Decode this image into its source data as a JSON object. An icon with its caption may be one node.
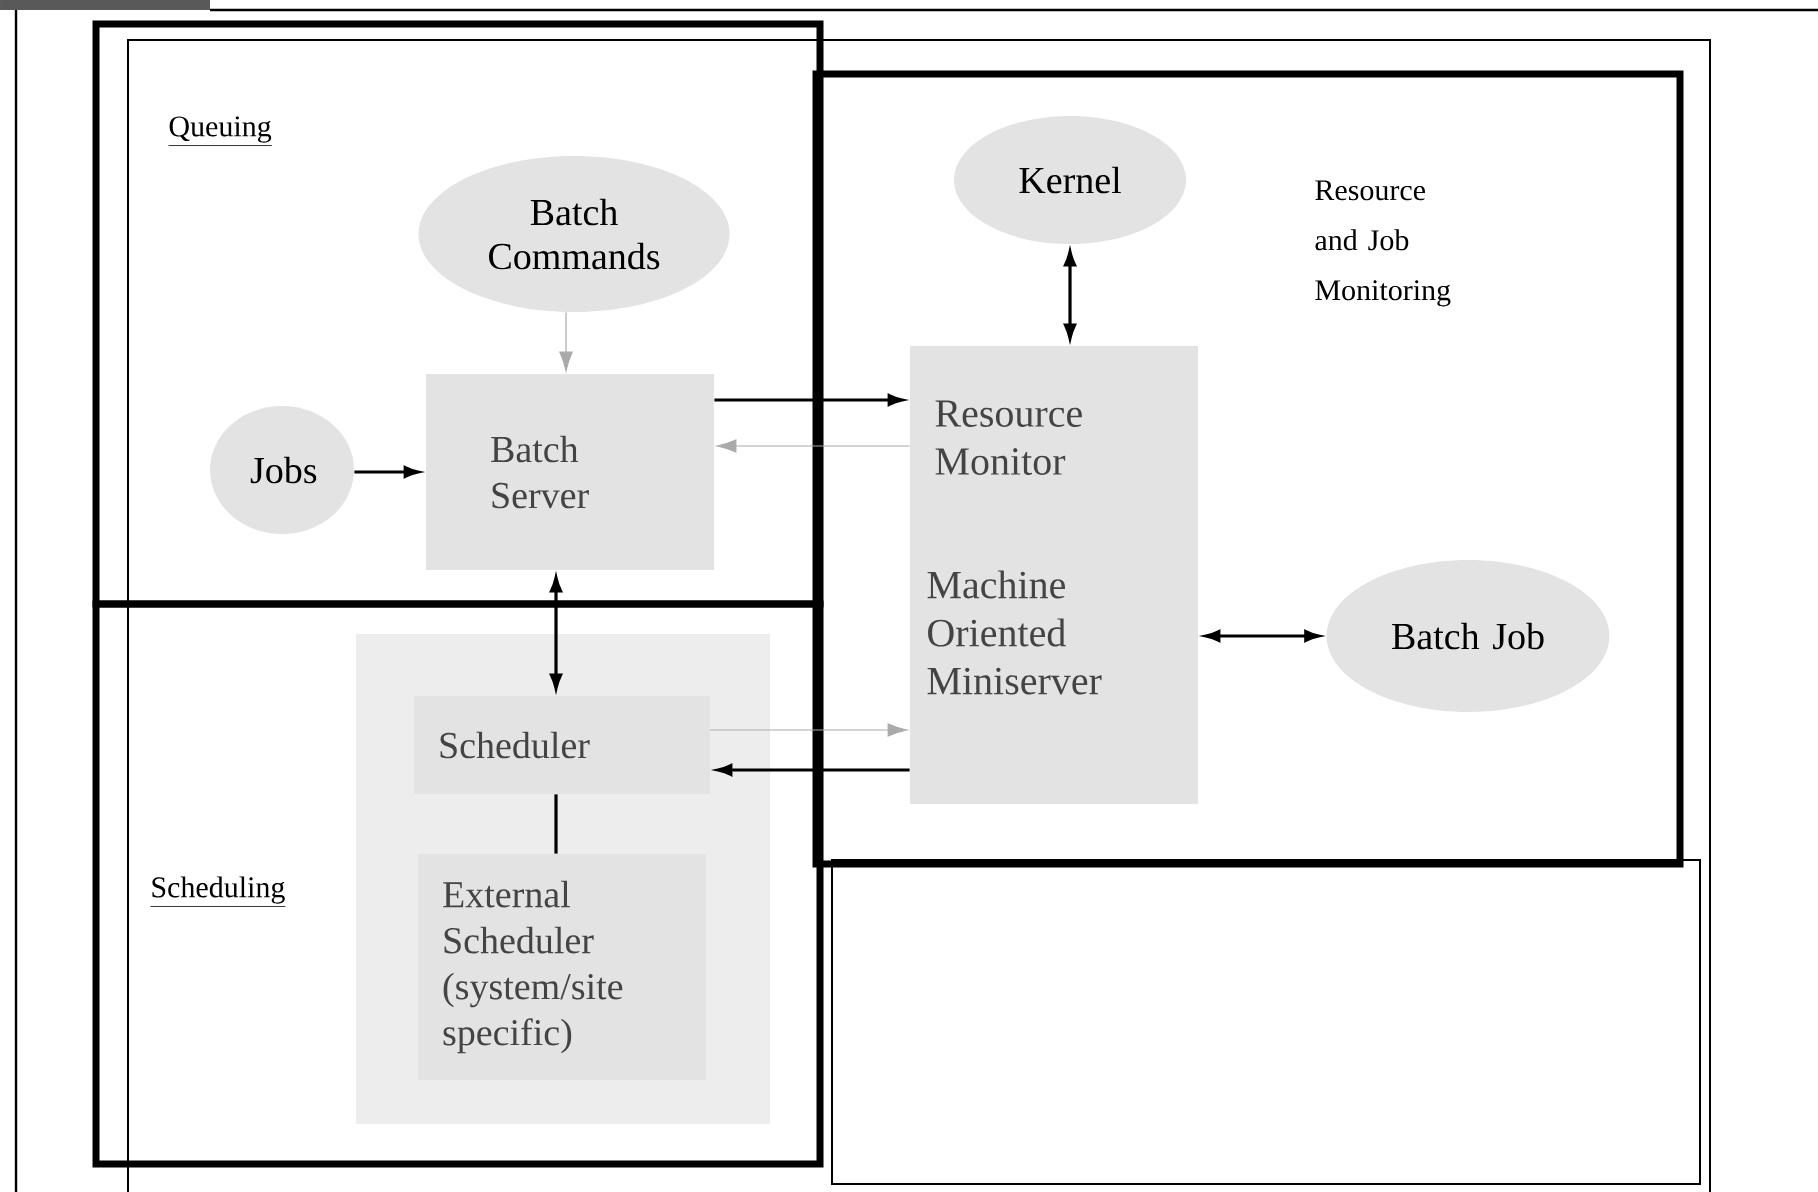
{
  "diagram": {
    "nodes": [
      {
        "text": [
          "Queuing"
        ]
      },
      {
        "text": [
          "Scheduling"
        ]
      },
      {
        "text": [
          "Resource and Job Monitoring"
        ]
      },
      {
        "text": [
          "Batch Commands"
        ],
        "in": 0
      },
      {
        "text": [
          "Jobs"
        ],
        "in": 0
      },
      {
        "text": [
          "Batch Server"
        ],
        "in": 0
      },
      {
        "text": [
          "Kernel"
        ],
        "in": 2
      },
      {
        "text": [
          "Resource Monitor",
          "Machine Oriented Miniserver"
        ],
        "in": 2
      },
      {
        "text": [
          "Batch Job"
        ],
        "in": 2
      },
      {
        "text": [],
        "shape": "box",
        "in": 1
      },
      {
        "text": [
          "Scheduler"
        ],
        "in": 9
      },
      {
        "text": [
          "External Scheduler (system/site specific)"
        ],
        "in": 9
      },
      {
        "text": [],
        "shape": "box"
      }
    ],
    "edges": [
      {
        "from": 3,
        "to": 5,
        "arrow": "to",
        "color": "#aaaaaa"
      },
      {
        "from": 4,
        "to": 5,
        "arrow": "to"
      },
      {
        "from": 5,
        "to": 7,
        "arrow": "to"
      },
      {
        "from": 7,
        "to": 5,
        "arrow": "to",
        "color": "#aaaaaa"
      },
      {
        "from": 5,
        "to": 10,
        "arrow": "both"
      },
      {
        "from": 6,
        "to": 7,
        "arrow": "both"
      },
      {
        "from": 7,
        "to": 8,
        "arrow": "both"
      },
      {
        "from": 10,
        "to": 7,
        "arrow": "to",
        "color": "#aaaaaa"
      },
      {
        "from": 7,
        "to": 10,
        "arrow": "to"
      },
      {
        "from": 10,
        "to": 11,
        "arrow": "none"
      }
    ]
  }
}
